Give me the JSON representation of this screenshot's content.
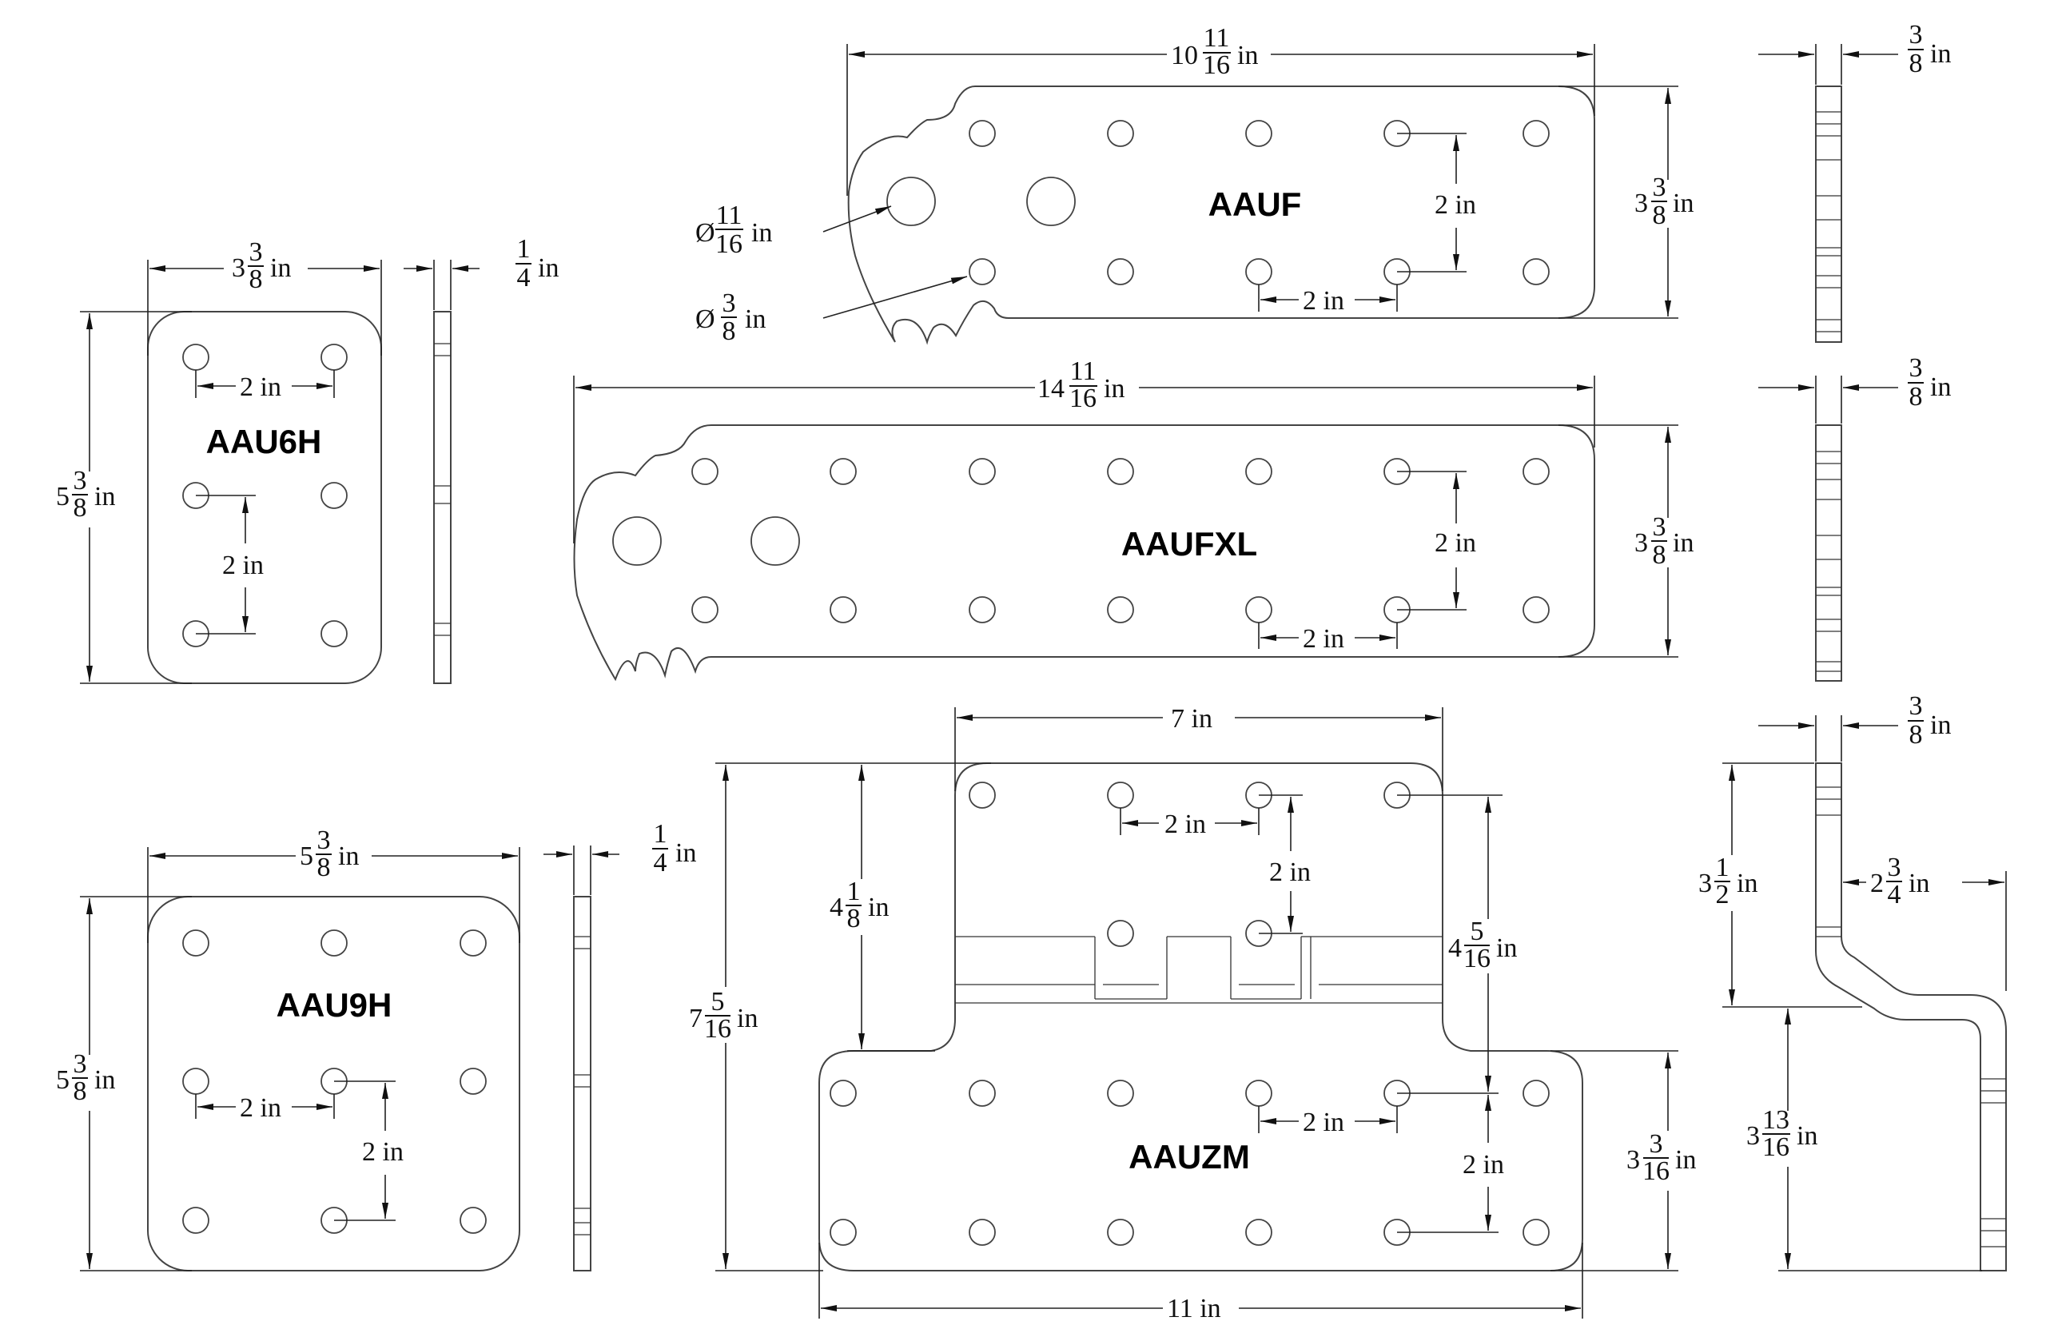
{
  "parts": {
    "aauf": {
      "name": "AAUF",
      "length": "10",
      "length_num": "11",
      "length_den": "16",
      "width": "3",
      "width_num": "3",
      "width_den": "8",
      "thickness_num": "3",
      "thickness_den": "8",
      "hole_large_num": "11",
      "hole_large_den": "16",
      "hole_small_num": "3",
      "hole_small_den": "8",
      "spacing": "2 in"
    },
    "aaufxl": {
      "name": "AAUFXL",
      "length": "14",
      "length_num": "11",
      "length_den": "16",
      "width": "3",
      "width_num": "3",
      "width_den": "8",
      "thickness_num": "3",
      "thickness_den": "8",
      "spacing": "2 in"
    },
    "aau6h": {
      "name": "AAU6H",
      "length": "5",
      "length_num": "3",
      "length_den": "8",
      "width": "3",
      "width_num": "3",
      "width_den": "8",
      "thickness_num": "1",
      "thickness_den": "4",
      "spacing": "2 in"
    },
    "aau9h": {
      "name": "AAU9H",
      "length": "5",
      "length_num": "3",
      "length_den": "8",
      "width": "5",
      "width_num": "3",
      "width_den": "8",
      "thickness_num": "1",
      "thickness_den": "4",
      "spacing": "2 in"
    },
    "aauzm": {
      "name": "AAUZM",
      "top_width": "7 in",
      "bottom_width": "11 in",
      "overall": "7",
      "overall_num": "5",
      "overall_den": "16",
      "upper": "4",
      "upper_num": "1",
      "upper_den": "8",
      "mid": "4",
      "mid_num": "5",
      "mid_den": "16",
      "lower": "3",
      "lower_num": "3",
      "lower_den": "16",
      "thickness_num": "3",
      "thickness_den": "8",
      "side_upper": "3",
      "side_upper_num": "1",
      "side_upper_den": "2",
      "offset": "2",
      "offset_num": "3",
      "offset_den": "4",
      "side_lower": "3",
      "side_lower_num": "13",
      "side_lower_den": "16",
      "spacing": "2 in"
    }
  },
  "unit": "in",
  "diameter_symbol": "Ø"
}
